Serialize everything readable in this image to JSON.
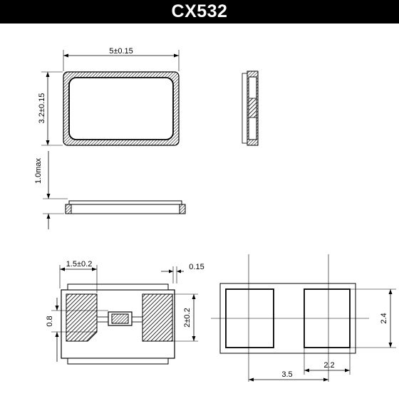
{
  "title": "CX532",
  "dimensions": {
    "top_width": "5±0.15",
    "top_height": "3.2±0.15",
    "side_height": "1.0max",
    "pad_width": "1.5±0.2",
    "gap": "0.15",
    "pad_inner_height": "0.8",
    "pad_height": "2±0.2",
    "land_height": "2.4",
    "land_pitch": "3.5",
    "land_width": "2.2"
  },
  "colors": {
    "title_bg": "#000000",
    "title_fg": "#ffffff",
    "line": "#000000"
  }
}
